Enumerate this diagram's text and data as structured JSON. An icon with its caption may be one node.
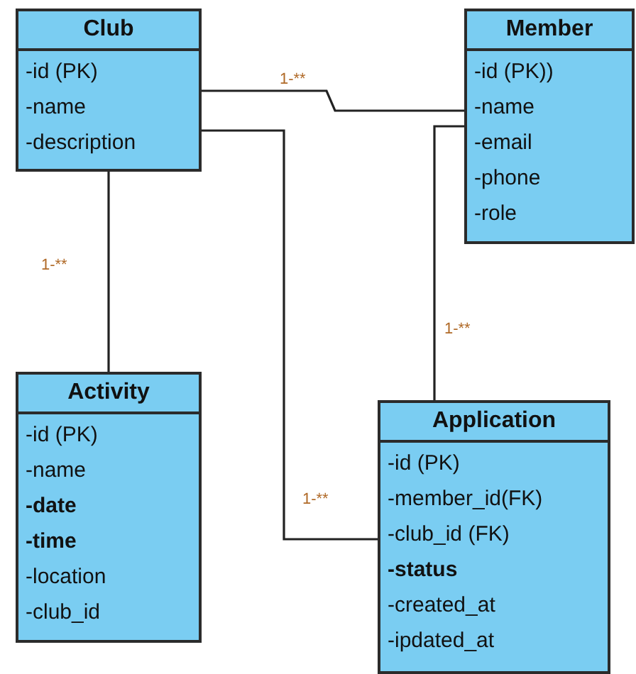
{
  "diagram": {
    "nodes": [
      {
        "text": [
          "Club",
          "-id (PK)",
          "-name",
          "-description"
        ]
      },
      {
        "text": [
          "Member",
          "-id (PK))",
          "-name",
          "-email",
          "-phone",
          "-role"
        ]
      },
      {
        "text": [
          "Activity",
          "-id (PK)",
          "-name",
          "-date",
          "-time",
          "-location",
          "-club_id"
        ]
      },
      {
        "text": [
          "Application",
          "-id (PK)",
          "-member_id(FK)",
          "-club_id (FK)",
          "-status",
          "-created_at",
          "-ipdated_at"
        ]
      }
    ],
    "edges": [
      {
        "from": 0,
        "to": 1,
        "arrow": "none",
        "label": "1-**"
      },
      {
        "from": 0,
        "to": 2,
        "arrow": "none",
        "label": "1-**"
      },
      {
        "from": 0,
        "to": 3,
        "arrow": "none",
        "label": "1-**"
      },
      {
        "from": 1,
        "to": 3,
        "arrow": "none",
        "label": "1-**"
      }
    ]
  }
}
